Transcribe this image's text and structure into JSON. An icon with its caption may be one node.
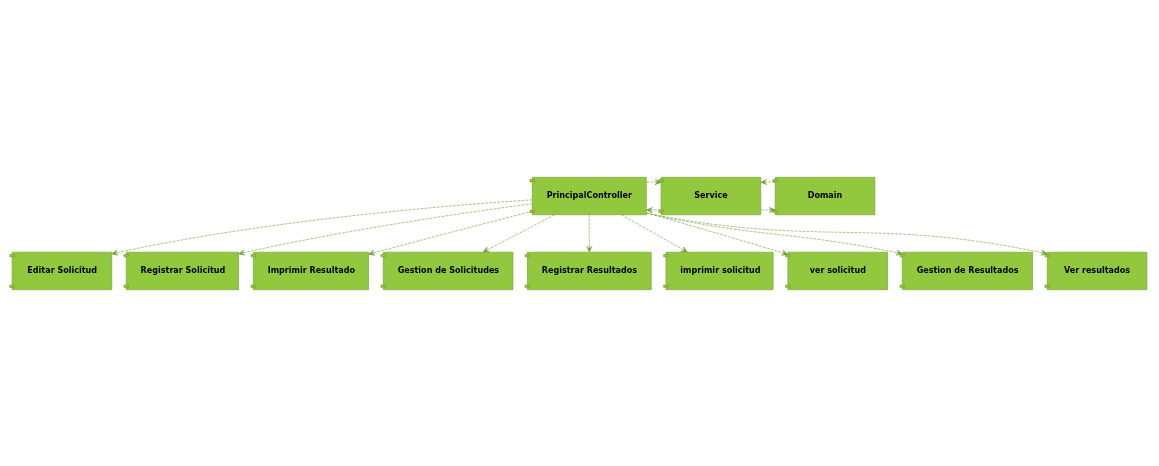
{
  "diagram": {
    "nodes": [
      {
        "text": [
          "PrincipalController"
        ]
      },
      {
        "text": [
          "Service"
        ]
      },
      {
        "text": [
          "Domain"
        ]
      },
      {
        "text": [
          "Editar Solicitud"
        ]
      },
      {
        "text": [
          "Registrar Solicitud"
        ]
      },
      {
        "text": [
          "Imprimir Resultado"
        ]
      },
      {
        "text": [
          "Gestion de Solicitudes"
        ]
      },
      {
        "text": [
          "Registrar Resultados"
        ]
      },
      {
        "text": [
          "imprimir solicitud"
        ]
      },
      {
        "text": [
          "ver solicitud"
        ]
      },
      {
        "text": [
          "Gestion de Resultados"
        ]
      },
      {
        "text": [
          "Ver resultados"
        ]
      }
    ],
    "edges": [
      {
        "from": 1,
        "to": 0,
        "arrow": "to",
        "style": "dashed"
      },
      {
        "from": 0,
        "to": 1,
        "arrow": "to",
        "style": "dashed"
      },
      {
        "from": 1,
        "to": 2,
        "arrow": "to",
        "style": "dashed"
      },
      {
        "from": 2,
        "to": 1,
        "arrow": "to",
        "style": "dashed"
      },
      {
        "from": 0,
        "to": 3,
        "arrow": "to",
        "style": "dashed"
      },
      {
        "from": 0,
        "to": 4,
        "arrow": "to",
        "style": "dashed"
      },
      {
        "from": 0,
        "to": 5,
        "arrow": "to",
        "style": "dashed"
      },
      {
        "from": 0,
        "to": 6,
        "arrow": "to",
        "style": "dashed"
      },
      {
        "from": 0,
        "to": 7,
        "arrow": "to",
        "style": "dashed"
      },
      {
        "from": 0,
        "to": 8,
        "arrow": "to",
        "style": "dashed"
      },
      {
        "from": 0,
        "to": 9,
        "arrow": "to",
        "style": "dashed"
      },
      {
        "from": 0,
        "to": 10,
        "arrow": "to",
        "style": "dashed"
      },
      {
        "from": 0,
        "to": 11,
        "arrow": "to",
        "style": "dashed"
      }
    ]
  }
}
